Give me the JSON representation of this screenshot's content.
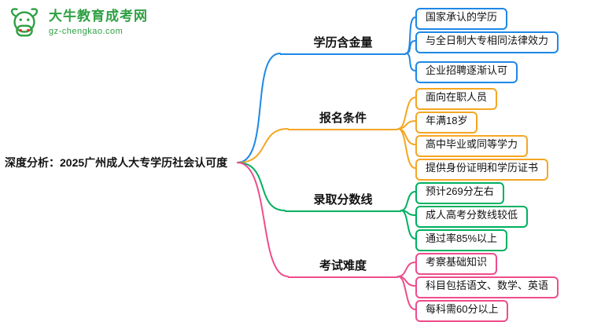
{
  "logo": {
    "title": "大牛教育成考网",
    "url": "gz-chengkao.com",
    "brand_color": "#2EA043",
    "accent_color": "#E53935"
  },
  "root": {
    "label": "深度分析：2025广州成人大专学历社会认可度"
  },
  "branches": [
    {
      "label": "学历含金量",
      "color": "#1E88E5",
      "children": [
        "国家承认的学历",
        "与全日制大专相同法律效力",
        "企业招聘逐渐认可"
      ]
    },
    {
      "label": "报名条件",
      "color": "#F5A623",
      "children": [
        "面向在职人员",
        "年满18岁",
        "高中毕业或同等学力",
        "提供身份证明和学历证书"
      ]
    },
    {
      "label": "录取分数线",
      "color": "#00B061",
      "children": [
        "预计269分左右",
        "成人高考分数线较低",
        "通过率85%以上"
      ]
    },
    {
      "label": "考试难度",
      "color": "#EE4D8B",
      "children": [
        "考察基础知识",
        "科目包括语文、数学、英语",
        "每科需60分以上"
      ]
    }
  ]
}
